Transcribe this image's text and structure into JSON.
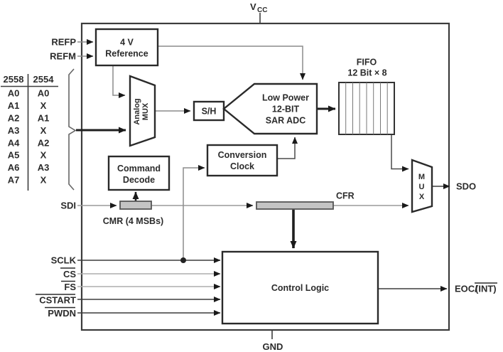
{
  "diagram": {
    "power": {
      "vcc_main": "V",
      "vcc_sub": "CC",
      "gnd": "GND"
    },
    "left_signals": {
      "refp": "REFP",
      "refm": "REFM",
      "sdi": "SDI",
      "sclk": "SCLK",
      "cs": "CS",
      "fs": "FS",
      "cstart": "CSTART",
      "pwdn": "PWDN"
    },
    "right_signals": {
      "sdo": "SDO",
      "eoc_prefix": "EOC/",
      "eoc_int": "(INT)"
    },
    "blocks": {
      "reference_line1": "4 V",
      "reference_line2": "Reference",
      "analog_mux_line1": "Analog",
      "analog_mux_line2": "MUX",
      "sample_hold": "S/H",
      "adc_line1": "Low Power",
      "adc_line2": "12-BIT",
      "adc_line3": "SAR ADC",
      "fifo_title": "FIFO",
      "fifo_size": "12 Bit × 8",
      "command_line1": "Command",
      "command_line2": "Decode",
      "clock_line1": "Conversion",
      "clock_line2": "Clock",
      "control_logic": "Control Logic",
      "out_mux_m": "M",
      "out_mux_u": "U",
      "out_mux_x": "X",
      "cmr_label": "CMR (4 MSBs)",
      "cfr_label": "CFR"
    },
    "channel_table": {
      "headers": [
        "2558",
        "2554"
      ],
      "rows": [
        [
          "A0",
          "A0"
        ],
        [
          "A1",
          "X"
        ],
        [
          "A2",
          "A1"
        ],
        [
          "A3",
          "X"
        ],
        [
          "A4",
          "A2"
        ],
        [
          "A5",
          "X"
        ],
        [
          "A6",
          "A3"
        ],
        [
          "A7",
          "X"
        ]
      ]
    },
    "colors": {
      "wire_dark": "#3d3d3d",
      "wire_gray": "#8c8c8c",
      "wire_light": "#adadad",
      "block_border": "#2a2a2a",
      "register_fill": "#c4c4c4",
      "arrow": "#1a1a1a"
    }
  }
}
